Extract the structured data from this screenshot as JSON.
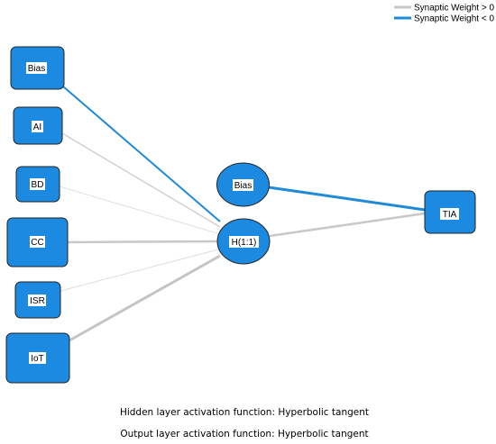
{
  "legend": {
    "positive_label": "Synaptic Weight > 0",
    "negative_label": "Synaptic Weight < 0",
    "positive_color": "#c8c8c8",
    "negative_color": "#1f8ad8"
  },
  "nodes": {
    "input_bias": "Bias",
    "input_ai": "AI",
    "input_bd": "BD",
    "input_cc": "CC",
    "input_isr": "ISR",
    "input_iot": "IoT",
    "hidden_bias": "Bias",
    "hidden_h": "H(1:1)",
    "output_tia": "TIA"
  },
  "node_fill_color": "#1b8ae0",
  "footer": {
    "hidden_activation": "Hidden layer activation function: Hyperbolic tangent",
    "output_activation": "Output layer activation function: Hyperbolic tangent"
  }
}
